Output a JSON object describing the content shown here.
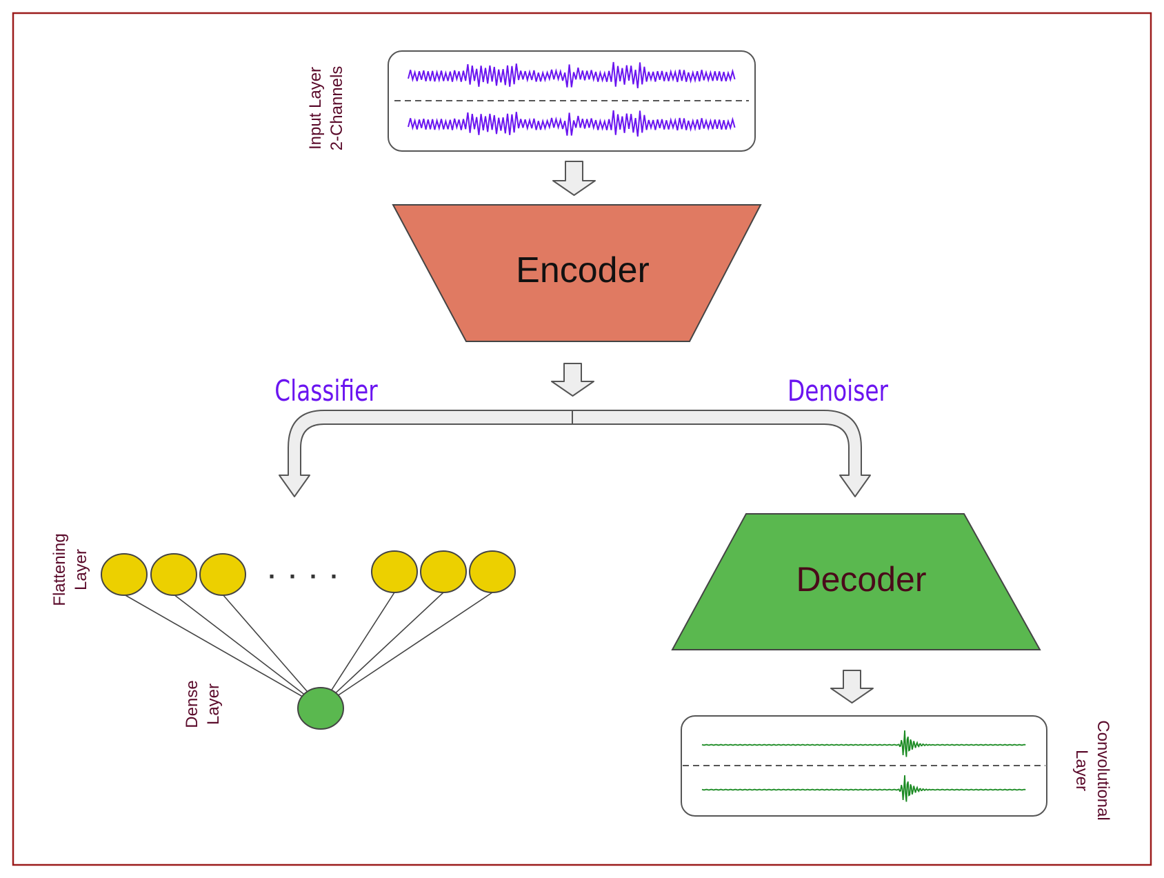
{
  "input": {
    "label_line1": "Input Layer",
    "label_line2": "2-Channels"
  },
  "encoder": {
    "label": "Encoder"
  },
  "branches": {
    "left": "Classifier",
    "right": "Denoiser"
  },
  "classifier": {
    "flatten_label_line1": "Flattening",
    "flatten_label_line2": "Layer",
    "dense_label_line1": "Dense",
    "dense_label_line2": "Layer",
    "ellipsis": "· · · ·"
  },
  "decoder": {
    "label": "Decoder"
  },
  "output": {
    "label_line1": "Convolutional",
    "label_line2": "Layer"
  },
  "colors": {
    "frame": "#9b1b1b",
    "label_text": "#5a0a2a",
    "branch_text": "#6a14f0",
    "encoder_fill": "#e07a62",
    "decoder_fill": "#5ab84f",
    "node_yellow": "#ecd000",
    "node_green": "#5ab84f",
    "input_wave": "#6a14f0",
    "output_wave": "#1a8a22",
    "arrow_fill": "#eeeeee",
    "arrow_stroke": "#555555"
  }
}
